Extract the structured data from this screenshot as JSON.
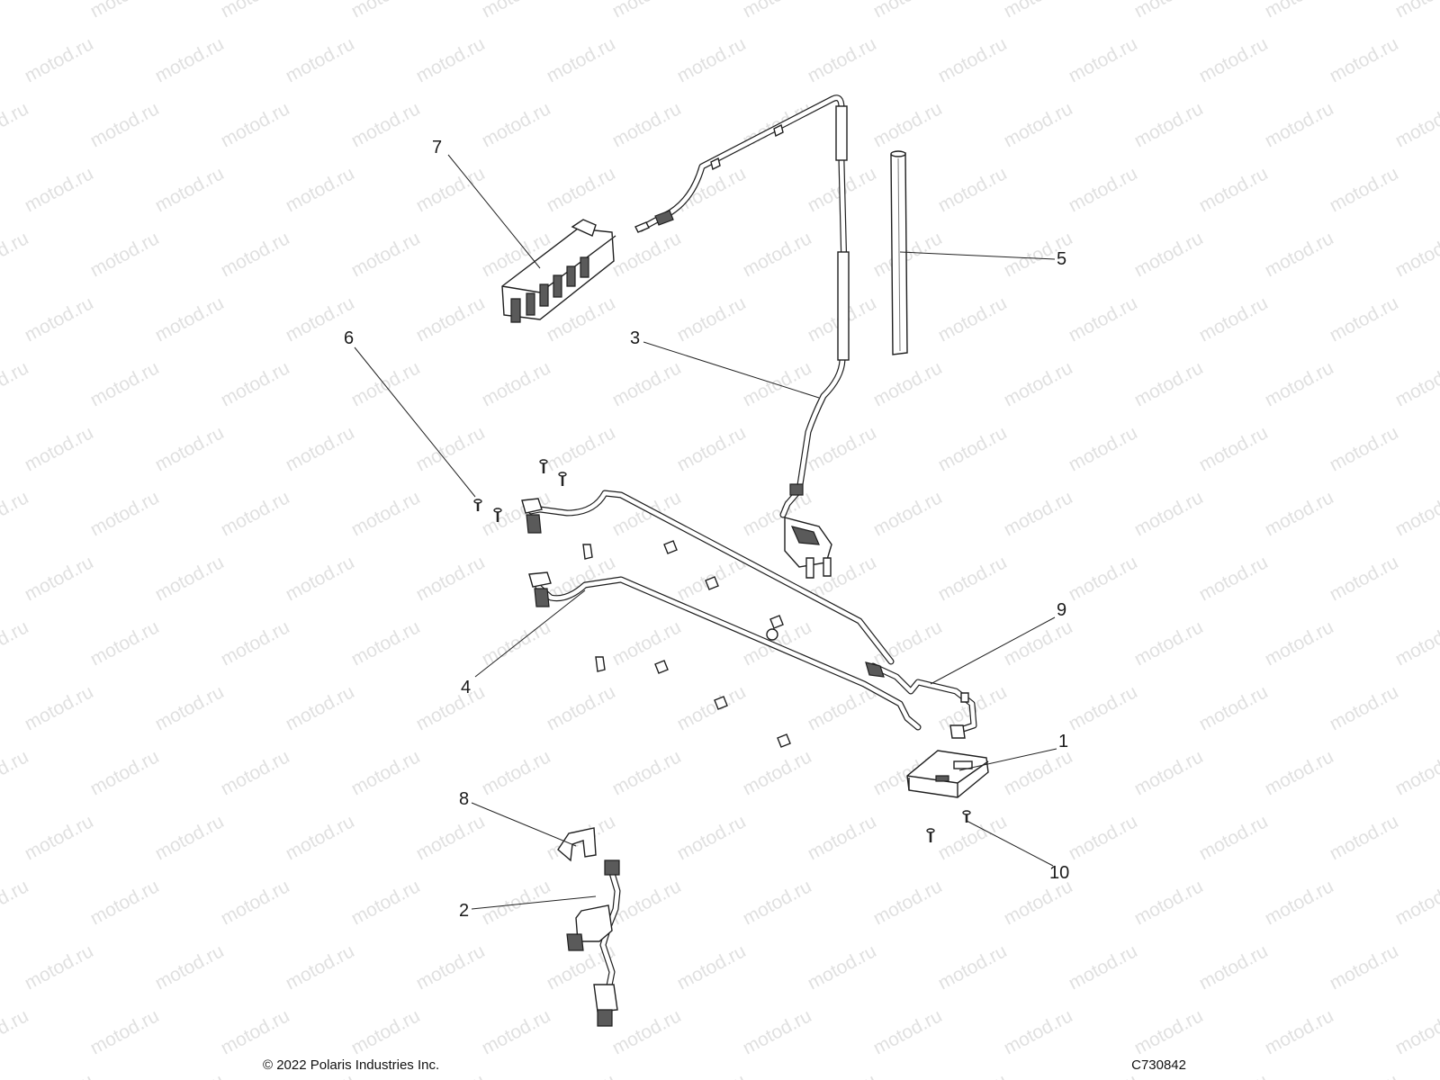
{
  "watermark": "motod.ru",
  "copyright": "© 2022 Polaris Industries Inc.",
  "diagram_code": "C730842",
  "callouts": [
    {
      "id": "1",
      "label": "1"
    },
    {
      "id": "2",
      "label": "2"
    },
    {
      "id": "3",
      "label": "3"
    },
    {
      "id": "4",
      "label": "4"
    },
    {
      "id": "5",
      "label": "5"
    },
    {
      "id": "6",
      "label": "6"
    },
    {
      "id": "7",
      "label": "7"
    },
    {
      "id": "8",
      "label": "8"
    },
    {
      "id": "9",
      "label": "9"
    },
    {
      "id": "10",
      "label": "10"
    }
  ]
}
